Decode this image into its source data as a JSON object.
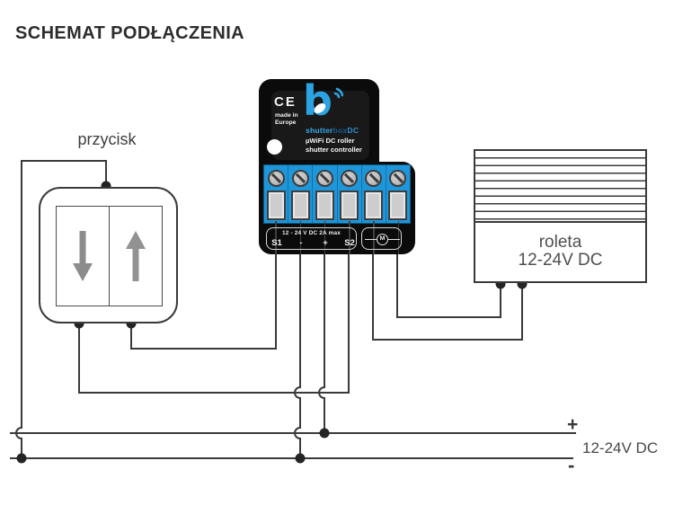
{
  "header": {
    "title": "SCHEMAT PODŁĄCZENIA"
  },
  "switch_panel": {
    "label": "przycisk"
  },
  "device": {
    "ce": "CE",
    "made_in_1": "made in",
    "made_in_2": "Europe",
    "brand": {
      "shutter": "shutter",
      "box": "box",
      "dc": "DC"
    },
    "line1": "µWiFi DC roller",
    "line2": "shutter controller",
    "ratings": "12 - 24 V DC 2A max",
    "terminals": [
      "S1",
      "-",
      "+",
      "S2"
    ],
    "motor": "M"
  },
  "shutter": {
    "line1": "roleta",
    "line2": "12-24V DC"
  },
  "power": {
    "plus": "+",
    "minus": "-",
    "label": "12-24V DC"
  },
  "colors": {
    "wire": "#3a3a3a",
    "terminal_blue": "#1e96da",
    "logo_blue": "#2ba2e2",
    "brand_dark_blue": "#17598c",
    "arrow_gray": "#8c8c8c",
    "device_black": "#0b0b0b"
  }
}
